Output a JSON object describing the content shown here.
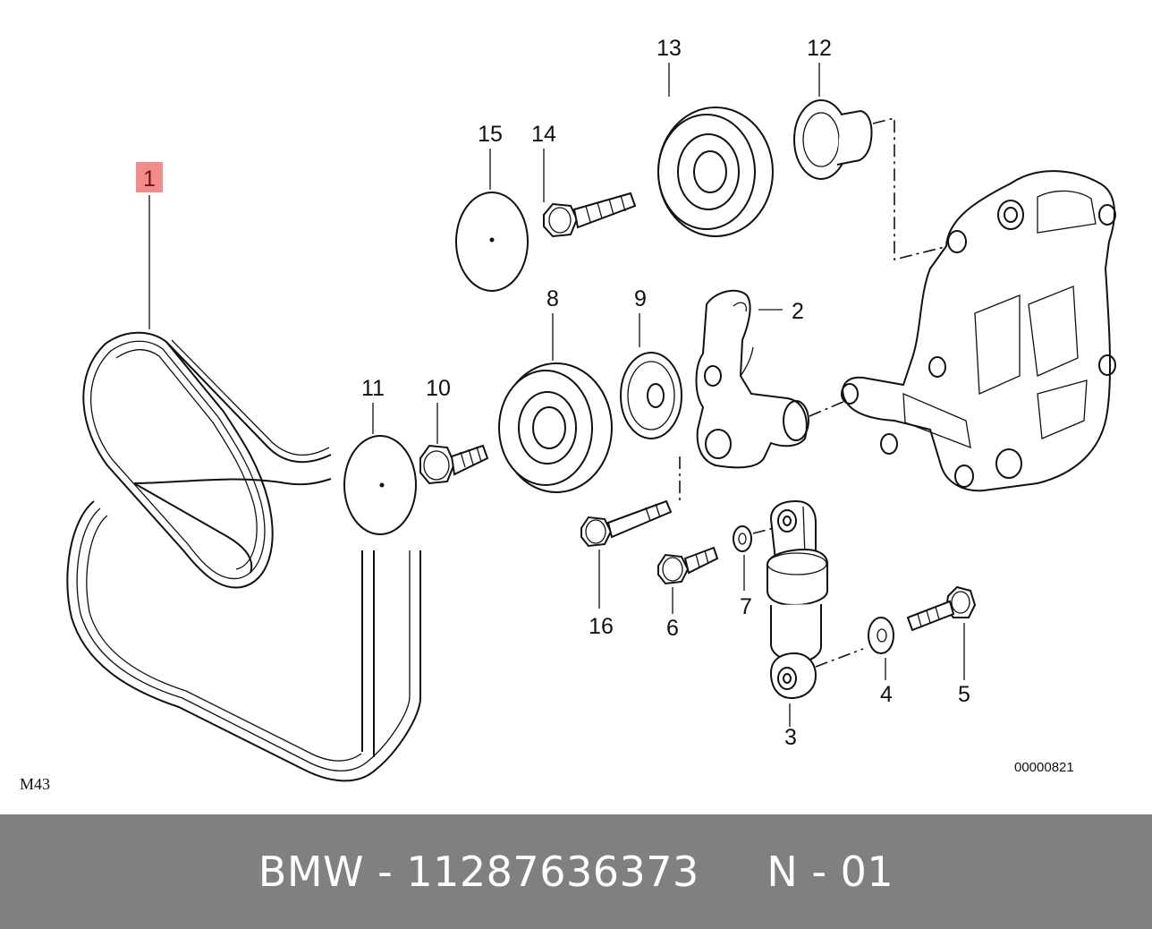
{
  "diagram": {
    "callouts": [
      {
        "id": "1",
        "highlighted": true
      },
      {
        "id": "2"
      },
      {
        "id": "3"
      },
      {
        "id": "4"
      },
      {
        "id": "5"
      },
      {
        "id": "6"
      },
      {
        "id": "7"
      },
      {
        "id": "8"
      },
      {
        "id": "9"
      },
      {
        "id": "10"
      },
      {
        "id": "11"
      },
      {
        "id": "12"
      },
      {
        "id": "13"
      },
      {
        "id": "14"
      },
      {
        "id": "15"
      },
      {
        "id": "16"
      }
    ],
    "group_label": "M43",
    "image_code": "00000821",
    "highlight_color": "#f08c8c"
  },
  "footer": {
    "text": "BMW - 11287636373     N - 01",
    "background": "#808080"
  }
}
